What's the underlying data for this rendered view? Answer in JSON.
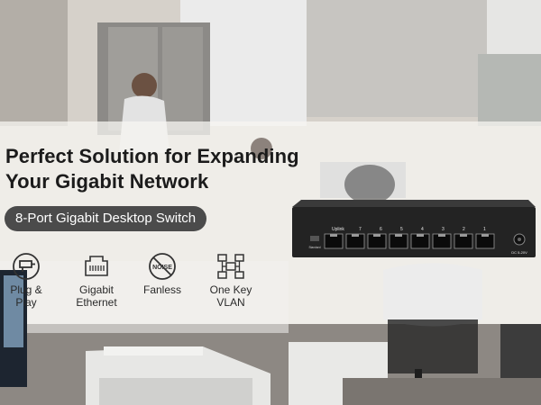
{
  "headline": {
    "line1": "Perfect Solution for Expanding",
    "line2": "Your Gigabit Network"
  },
  "subtitle": "8-Port Gigabit Desktop Switch",
  "features": [
    {
      "icon": "plug-and-play-icon",
      "label": "Plug &\nPlay"
    },
    {
      "icon": "gigabit-ethernet-port-icon",
      "label": "Gigabit\nEthernet"
    },
    {
      "icon": "noise-off-icon",
      "label": "Fanless",
      "icon_text": "NOISE"
    },
    {
      "icon": "one-key-vlan-network-icon",
      "label": "One Key\nVLAN"
    }
  ],
  "switch": {
    "uplink_label": "Uplink",
    "port_numbers": [
      "7",
      "6",
      "5",
      "4",
      "3",
      "2",
      "1"
    ],
    "power_label": "DC 5-20V",
    "side_label": "Standard\nVLAN"
  },
  "colors": {
    "headline": "#1b1b1b",
    "pill_background": "#4b4b4b",
    "pill_text": "#ffffff",
    "switch_body": "#232323"
  }
}
